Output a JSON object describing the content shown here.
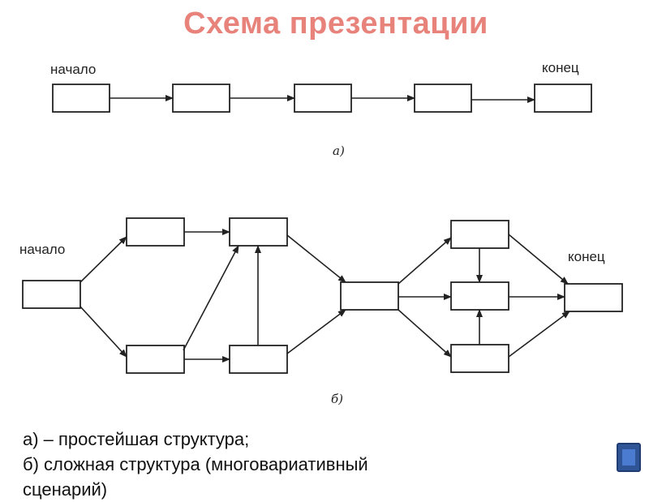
{
  "title": "Схема презентации",
  "diagram_a": {
    "start_label": "начало",
    "end_label": "конец",
    "caption": "а)"
  },
  "diagram_b": {
    "start_label": "начало",
    "end_label": "конец",
    "caption": "б)"
  },
  "legend": {
    "line1": "а) – простейшая структура;",
    "line2": "б) сложная структура  (многовариативный",
    "line3": "сценарий)"
  },
  "colors": {
    "title": "#e8837b",
    "nav_button": "#2f5597"
  }
}
